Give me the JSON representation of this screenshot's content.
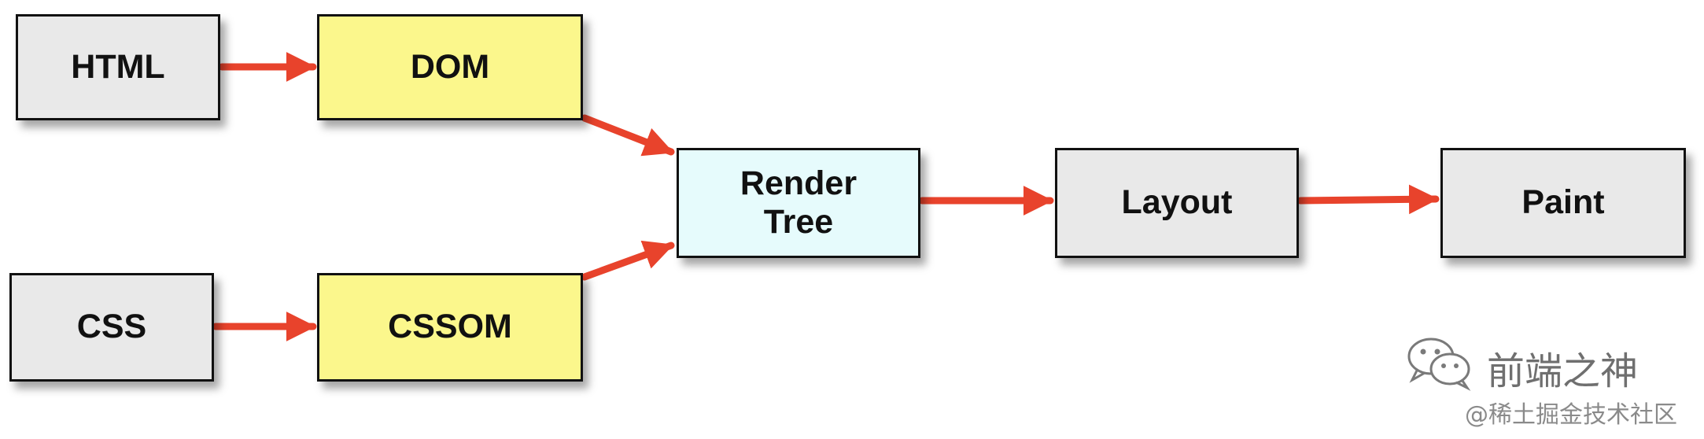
{
  "diagram": {
    "nodes": {
      "html": "HTML",
      "dom": "DOM",
      "css": "CSS",
      "cssom": "CSSOM",
      "render_tree": "Render\nTree",
      "layout": "Layout",
      "paint": "Paint"
    },
    "edges": [
      {
        "from": "HTML",
        "to": "DOM"
      },
      {
        "from": "CSS",
        "to": "CSSOM"
      },
      {
        "from": "DOM",
        "to": "Render Tree"
      },
      {
        "from": "CSSOM",
        "to": "Render Tree"
      },
      {
        "from": "Render Tree",
        "to": "Layout"
      },
      {
        "from": "Layout",
        "to": "Paint"
      }
    ],
    "colors": {
      "arrow": "#e8432c",
      "source_box": "#e9e9e9",
      "model_box": "#fbf78c",
      "render_box": "#e6fbfc",
      "border": "#111111"
    }
  },
  "watermark": {
    "icon": "wechat-icon",
    "name": "前端之神",
    "site": "@稀土掘金技术社区"
  }
}
